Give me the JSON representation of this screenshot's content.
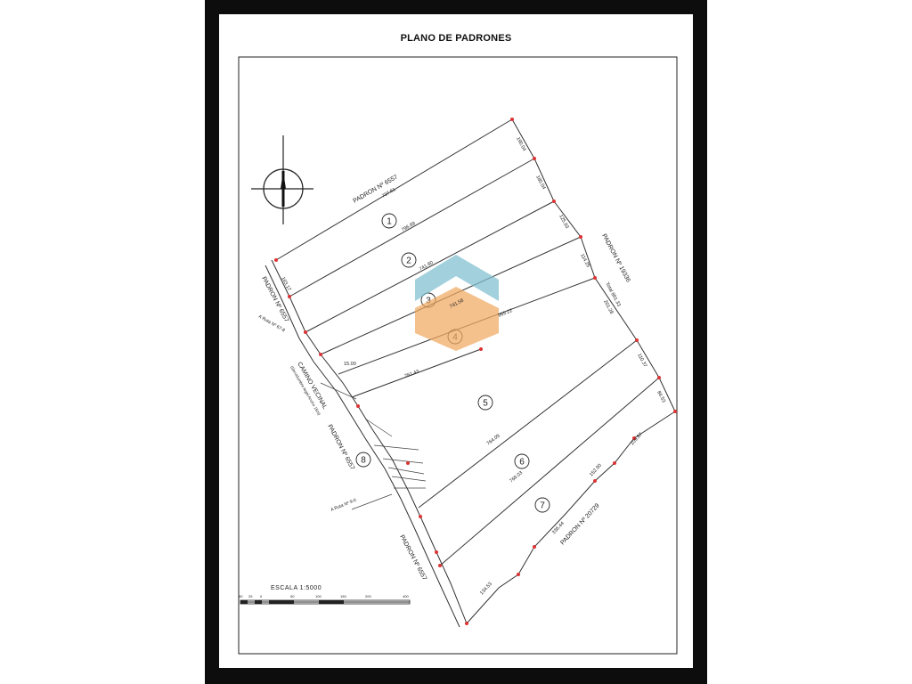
{
  "title": "PLANO DE PADRONES",
  "lots": [
    "1",
    "2",
    "3",
    "4",
    "5",
    "6",
    "7",
    "8"
  ],
  "neighbors": {
    "top": "PADRON Nº 6557",
    "left_upper": "PADRON Nº 6557",
    "left_lower": "PADRON Nº 6557",
    "bottom_left": "PADRON Nº 6557",
    "right": "PADRON Nº 19336",
    "bottom_right": "PADRON Nº 20729"
  },
  "road": {
    "name": "CAMINO VECINAL",
    "subtitle": "(Servidumbre legal Ancho 15m)",
    "to_ruta_a": "A Ruta Nº 67-8",
    "to_ruta_b": "A Ruta Nº 9-0"
  },
  "measures": {
    "top_edge": "737.51",
    "lot1_lower": "796.69",
    "lot2_lower": "741.60",
    "lot3_lower": "741.56",
    "lot4_lower": "969.22",
    "lot5_lower": "764.09",
    "lot6_lower": "769.03",
    "lot7_lower": "336.44",
    "lot7_b": "152.90",
    "lot7_c": "109.67",
    "lot7_d": "134.53",
    "r1": "190.04",
    "r2": "180.04",
    "r3": "125.83",
    "r4": "114.25",
    "r5": "201.28",
    "r6": "110.37",
    "r7": "86.53",
    "left1": "163.17",
    "left4": "15.00",
    "left5": "761.43",
    "right_total": "Total 891.33"
  },
  "scale": {
    "label": "ESCALA  1:5000",
    "ticks": [
      "50",
      "25",
      "0",
      "50",
      "100",
      "150",
      "200",
      "400"
    ]
  }
}
